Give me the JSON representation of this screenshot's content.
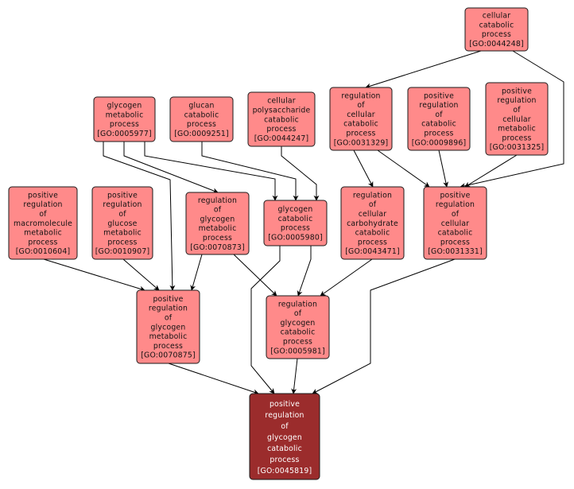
{
  "title": "GO term ancestor graph for positive regulation of glycogen catabolic process",
  "colors": {
    "node_fill": "#ff8a8a",
    "node_stroke": "#1a1a1a",
    "focus_fill": "#9b2c2c",
    "focus_text": "#ffffff",
    "text": "#111111",
    "edge": "#000000",
    "background": "#ffffff"
  },
  "nodes": [
    {
      "id": "GO:0044248",
      "lines": [
        "cellular",
        "catabolic",
        "process",
        "[GO:0044248]"
      ],
      "focus": false
    },
    {
      "id": "GO:0005977",
      "lines": [
        "glycogen",
        "metabolic",
        "process",
        "[GO:0005977]"
      ],
      "focus": false
    },
    {
      "id": "GO:0009251",
      "lines": [
        "glucan",
        "catabolic",
        "process",
        "[GO:0009251]"
      ],
      "focus": false
    },
    {
      "id": "GO:0044247",
      "lines": [
        "cellular",
        "polysaccharide",
        "catabolic",
        "process",
        "[GO:0044247]"
      ],
      "focus": false
    },
    {
      "id": "GO:0031329",
      "lines": [
        "regulation",
        "of",
        "cellular",
        "catabolic",
        "process",
        "[GO:0031329]"
      ],
      "focus": false
    },
    {
      "id": "GO:0009896",
      "lines": [
        "positive",
        "regulation",
        "of",
        "catabolic",
        "process",
        "[GO:0009896]"
      ],
      "focus": false
    },
    {
      "id": "GO:0031325",
      "lines": [
        "positive",
        "regulation",
        "of",
        "cellular",
        "metabolic",
        "process",
        "[GO:0031325]"
      ],
      "focus": false
    },
    {
      "id": "GO:0010604",
      "lines": [
        "positive",
        "regulation",
        "of",
        "macromolecule",
        "metabolic",
        "process",
        "[GO:0010604]"
      ],
      "focus": false
    },
    {
      "id": "GO:0010907",
      "lines": [
        "positive",
        "regulation",
        "of",
        "glucose",
        "metabolic",
        "process",
        "[GO:0010907]"
      ],
      "focus": false
    },
    {
      "id": "GO:0070873",
      "lines": [
        "regulation",
        "of",
        "glycogen",
        "metabolic",
        "process",
        "[GO:0070873]"
      ],
      "focus": false
    },
    {
      "id": "GO:0005980",
      "lines": [
        "glycogen",
        "catabolic",
        "process",
        "[GO:0005980]"
      ],
      "focus": false
    },
    {
      "id": "GO:0043471",
      "lines": [
        "regulation",
        "of",
        "cellular",
        "carbohydrate",
        "catabolic",
        "process",
        "[GO:0043471]"
      ],
      "focus": false
    },
    {
      "id": "GO:0031331",
      "lines": [
        "positive",
        "regulation",
        "of",
        "cellular",
        "catabolic",
        "process",
        "[GO:0031331]"
      ],
      "focus": false
    },
    {
      "id": "GO:0070875",
      "lines": [
        "positive",
        "regulation",
        "of",
        "glycogen",
        "metabolic",
        "process",
        "[GO:0070875]"
      ],
      "focus": false
    },
    {
      "id": "GO:0005981",
      "lines": [
        "regulation",
        "of",
        "glycogen",
        "catabolic",
        "process",
        "[GO:0005981]"
      ],
      "focus": false
    },
    {
      "id": "GO:0045819",
      "lines": [
        "positive",
        "regulation",
        "of",
        "glycogen",
        "catabolic",
        "process",
        "[GO:0045819]"
      ],
      "focus": true
    }
  ],
  "edges": [
    {
      "from": "GO:0044248",
      "to": "GO:0031329"
    },
    {
      "from": "GO:0044248",
      "to": "GO:0031331"
    },
    {
      "from": "GO:0005977",
      "to": "GO:0070875"
    },
    {
      "from": "GO:0005977",
      "to": "GO:0070873"
    },
    {
      "from": "GO:0005977",
      "to": "GO:0005980"
    },
    {
      "from": "GO:0009251",
      "to": "GO:0005980"
    },
    {
      "from": "GO:0044247",
      "to": "GO:0005980"
    },
    {
      "from": "GO:0031329",
      "to": "GO:0043471"
    },
    {
      "from": "GO:0031329",
      "to": "GO:0031331"
    },
    {
      "from": "GO:0009896",
      "to": "GO:0031331"
    },
    {
      "from": "GO:0031325",
      "to": "GO:0031331"
    },
    {
      "from": "GO:0010604",
      "to": "GO:0070875"
    },
    {
      "from": "GO:0010907",
      "to": "GO:0070875"
    },
    {
      "from": "GO:0070873",
      "to": "GO:0070875"
    },
    {
      "from": "GO:0070873",
      "to": "GO:0005981"
    },
    {
      "from": "GO:0005980",
      "to": "GO:0045819"
    },
    {
      "from": "GO:0005980",
      "to": "GO:0005981"
    },
    {
      "from": "GO:0043471",
      "to": "GO:0005981"
    },
    {
      "from": "GO:0031331",
      "to": "GO:0045819"
    },
    {
      "from": "GO:0070875",
      "to": "GO:0045819"
    },
    {
      "from": "GO:0005981",
      "to": "GO:0045819"
    }
  ]
}
